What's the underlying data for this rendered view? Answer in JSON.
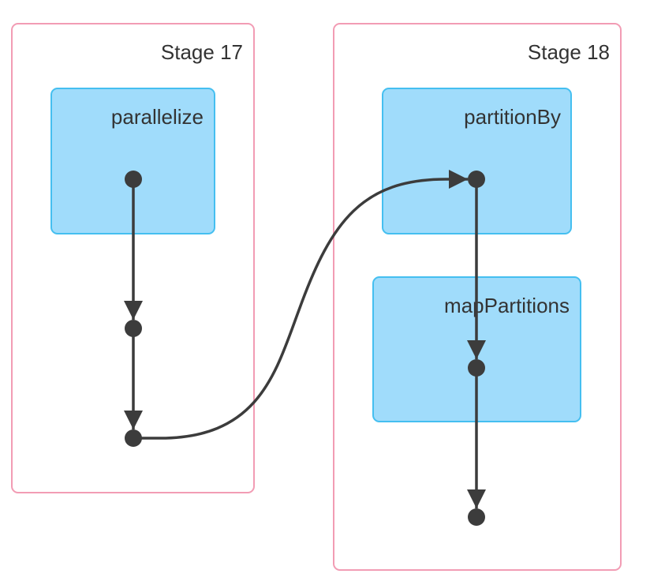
{
  "diagram": {
    "stages": [
      {
        "id": "stage-17",
        "label": "Stage 17",
        "operations": [
          {
            "label": "parallelize"
          }
        ]
      },
      {
        "id": "stage-18",
        "label": "Stage 18",
        "operations": [
          {
            "label": "partitionBy"
          },
          {
            "label": "mapPartitions"
          }
        ]
      }
    ],
    "edges": [
      {
        "from": "parallelize-node",
        "to": "stage17-node-2"
      },
      {
        "from": "stage17-node-2",
        "to": "stage17-node-3"
      },
      {
        "from": "stage17-node-3",
        "to": "partitionBy-node"
      },
      {
        "from": "partitionBy-node",
        "to": "mapPartitions-node"
      },
      {
        "from": "mapPartitions-node",
        "to": "stage18-node-3"
      }
    ],
    "colors": {
      "stage_border": "#f29cb4",
      "operation_fill": "#a0dcfb",
      "operation_border": "#45bff0",
      "node_and_edge": "#3c3c3c",
      "text": "#333333"
    }
  }
}
